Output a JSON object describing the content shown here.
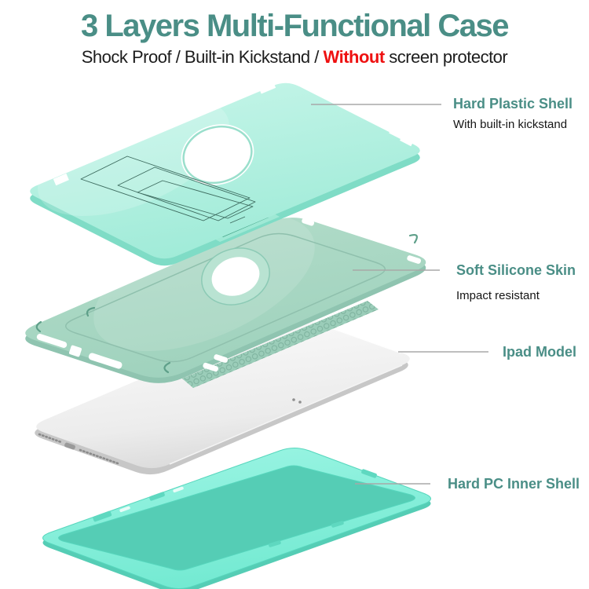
{
  "header": {
    "title": "3 Layers Multi-Functional Case",
    "subtitle": {
      "part1": "Shock Proof / Built-in Kickstand / ",
      "highlight": "Without",
      "part2": " screen protector"
    }
  },
  "callouts": [
    {
      "label": "Hard Plastic Shell",
      "sublabel": "With built-in kickstand"
    },
    {
      "label": "Soft Silicone Skin",
      "sublabel": "Impact resistant"
    },
    {
      "label": "Ipad Model",
      "sublabel": ""
    },
    {
      "label": "Hard PC Inner Shell",
      "sublabel": ""
    }
  ],
  "colors": {
    "accent_teal": "#4a8e86",
    "highlight_red": "#ee1111",
    "shell_mint": "#aceede",
    "silicone_green": "#a9d9c6",
    "ipad_silver": "#ededed",
    "inner_shell_mint": "#82efd9",
    "callout_line_gray": "#a8a8a8"
  }
}
